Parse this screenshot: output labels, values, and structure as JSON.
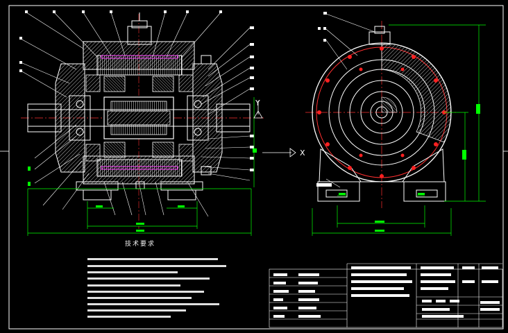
{
  "drawing": {
    "notes_title": "技术要求",
    "axis_labels": {
      "x_mark": "X",
      "y_mark": "Y"
    },
    "colors": {
      "background": "#000000",
      "outline": "#ffffff",
      "dimension": "#00ff00",
      "hatch": "#c8c8c8",
      "centerline": "#ff3030",
      "leader": "#ffffff",
      "bolt": "#ff2020",
      "slot": "#ff40ff",
      "label_fill": "#ffffff"
    }
  }
}
